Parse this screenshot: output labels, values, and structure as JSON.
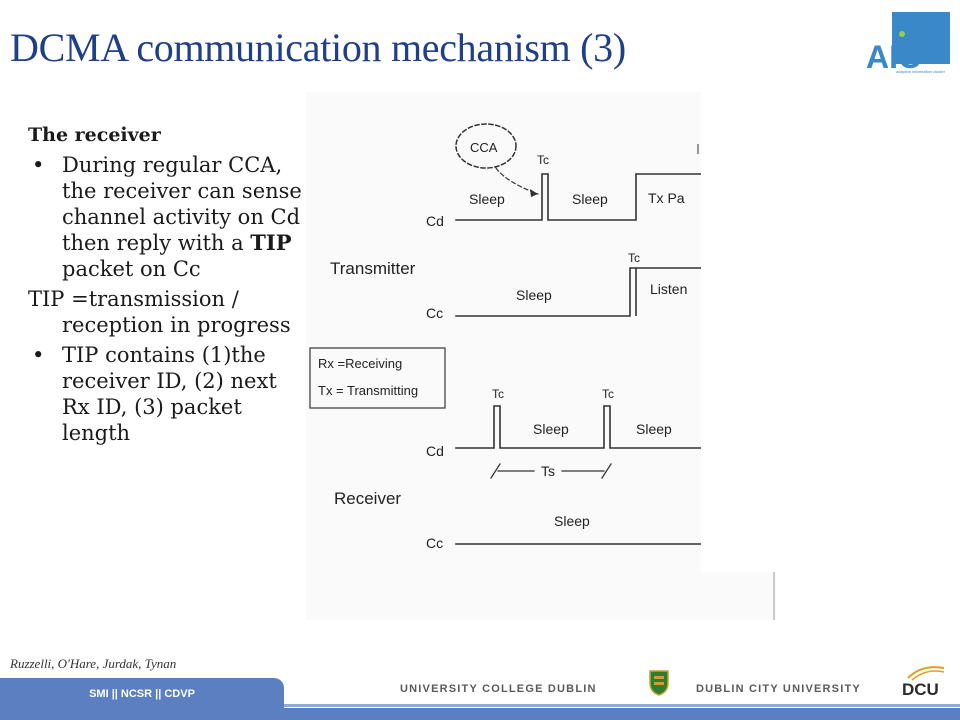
{
  "slide": {
    "title": "DCMA communication mechanism (3)",
    "logo_text": "AIC",
    "logo_subtext": "adaptive information cluster"
  },
  "content": {
    "subheading": "The receiver",
    "bullet1_pre": "During regular CCA, the receiver can sense channel activity on Cd then reply with a ",
    "bullet1_bold": "TIP",
    "bullet1_post": " packet on Cc",
    "definition": "TIP =transmission / reception in progress",
    "bullet2": "TIP contains (1)the receiver ID, (2) next Rx ID, (3) packet length",
    "bullet_glyph": "•"
  },
  "diagram": {
    "cca": "CCA",
    "tc": "Tc",
    "ts": "Ts",
    "sleep": "Sleep",
    "tx_pa": "Tx Pa",
    "listen": "Listen",
    "transmitter": "Transmitter",
    "receiver": "Receiver",
    "cd": "Cd",
    "cc": "Cc",
    "legend_rx": "Rx =Receiving",
    "legend_tx": "Tx = Transmitting"
  },
  "footer": {
    "citation": "Ruzzelli, O'Hare, Jurdak, Tynan",
    "tab_text": "SMI || NCSR || CDVP",
    "ucd": "UNIVERSITY COLLEGE DUBLIN",
    "dcu": "DUBLIN CITY UNIVERSITY",
    "dcu_logo": "DCU"
  },
  "colors": {
    "title": "#1f3f86",
    "footer_blue": "#5b7fc0",
    "aic_blue": "#3a88c8"
  }
}
